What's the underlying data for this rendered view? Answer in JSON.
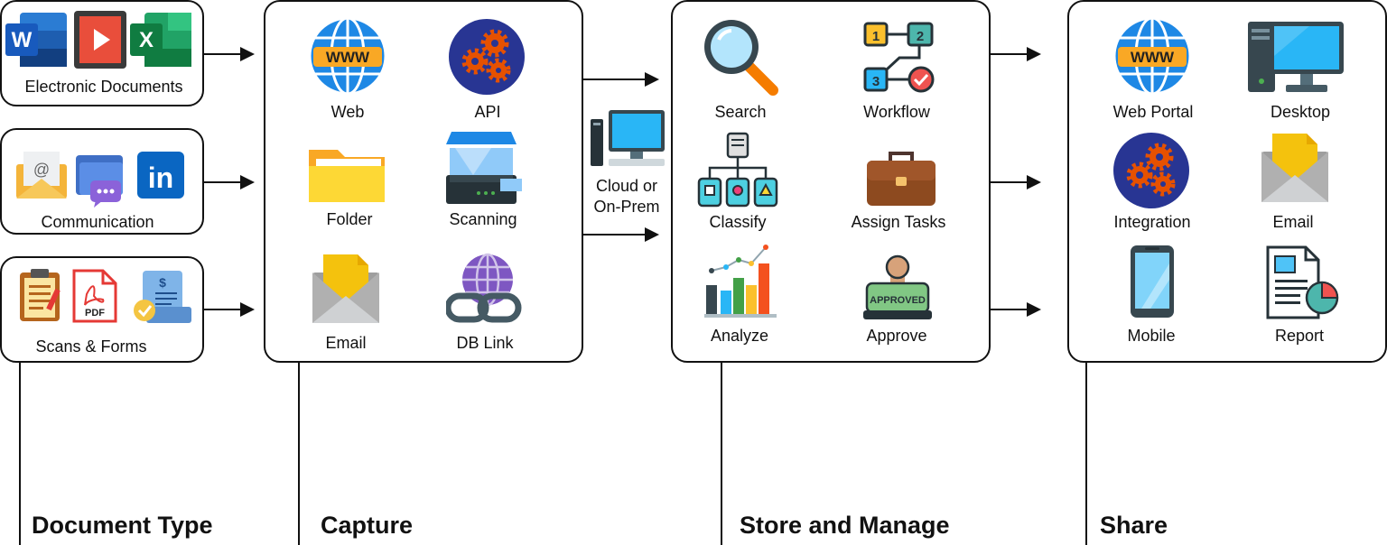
{
  "sources": {
    "electronic_documents": "Electronic Documents",
    "communication": "Communication",
    "scans_forms": "Scans & Forms"
  },
  "capture": {
    "web": "Web",
    "api": "API",
    "folder": "Folder",
    "scanning": "Scanning",
    "email": "Email",
    "db_link": "DB Link"
  },
  "deployment": {
    "line1": "Cloud or",
    "line2": "On-Prem"
  },
  "store": {
    "search": "Search",
    "workflow": "Workflow",
    "classify": "Classify",
    "assign_tasks": "Assign Tasks",
    "analyze": "Analyze",
    "approve": "Approve"
  },
  "share": {
    "web_portal": "Web Portal",
    "desktop": "Desktop",
    "integration": "Integration",
    "email": "Email",
    "mobile": "Mobile",
    "report": "Report"
  },
  "stages": {
    "document_type": "Document Type",
    "capture": "Capture",
    "store_manage": "Store and Manage",
    "share": "Share"
  },
  "icon_text": {
    "word": "W",
    "excel": "X",
    "www": "WWW",
    "linkedin": "in",
    "at": "@",
    "pdf": "PDF",
    "dollar": "$",
    "wf1": "1",
    "wf2": "2",
    "wf3": "3",
    "approved": "APPROVED"
  }
}
